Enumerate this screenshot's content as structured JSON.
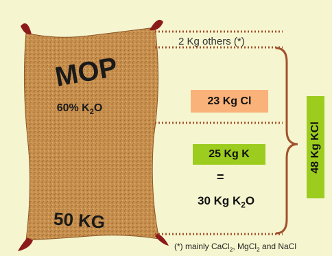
{
  "bag": {
    "title": "MOP",
    "grade_prefix": "60% K",
    "grade_sub": "2",
    "grade_suffix": "O",
    "weight": "50 KG"
  },
  "labels": {
    "others": "2 Kg others (*)",
    "chlorine": "23 Kg Cl",
    "potassium": "25 Kg K",
    "equals": "=",
    "k2o_prefix": "30 Kg K",
    "k2o_sub": "2",
    "k2o_suffix": "O",
    "kcl": "48 Kg KCl"
  },
  "footnote": {
    "a": "(*) mainly CaCl",
    "a_sub": "2",
    "b": ", MgCl",
    "b_sub": "2",
    "c": " and NaCl"
  },
  "colors": {
    "background": "#f5f5cf",
    "bag": "#c8904e",
    "chlorine_box": "#f9b27a",
    "potassium_box": "#9ccc1e",
    "bracket": "#a0522d",
    "dots": "#a0522d"
  }
}
